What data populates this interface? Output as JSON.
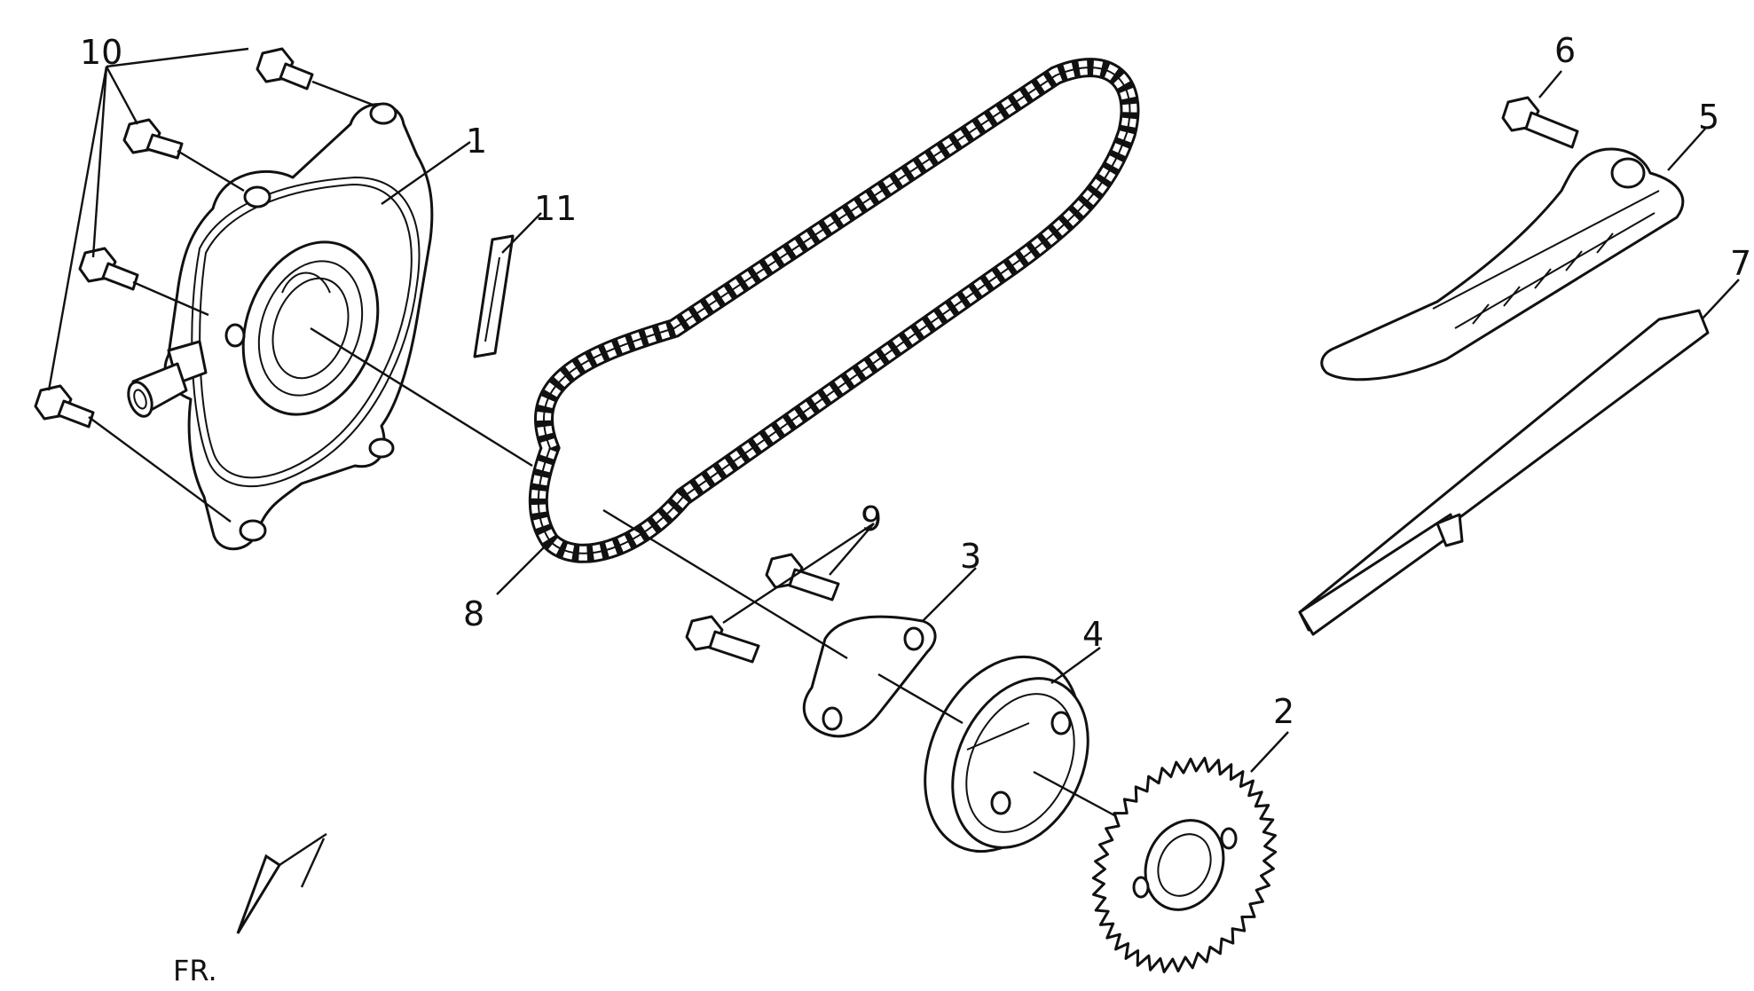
{
  "callouts": [
    {
      "id": "10",
      "text": "10"
    },
    {
      "id": "1",
      "text": "1"
    },
    {
      "id": "11",
      "text": "11"
    },
    {
      "id": "6",
      "text": "6"
    },
    {
      "id": "5",
      "text": "5"
    },
    {
      "id": "7",
      "text": "7"
    },
    {
      "id": "9",
      "text": "9"
    },
    {
      "id": "3",
      "text": "3"
    },
    {
      "id": "4",
      "text": "4"
    },
    {
      "id": "8",
      "text": "8"
    },
    {
      "id": "2",
      "text": "2"
    }
  ],
  "front_marker": {
    "text": "FR."
  }
}
